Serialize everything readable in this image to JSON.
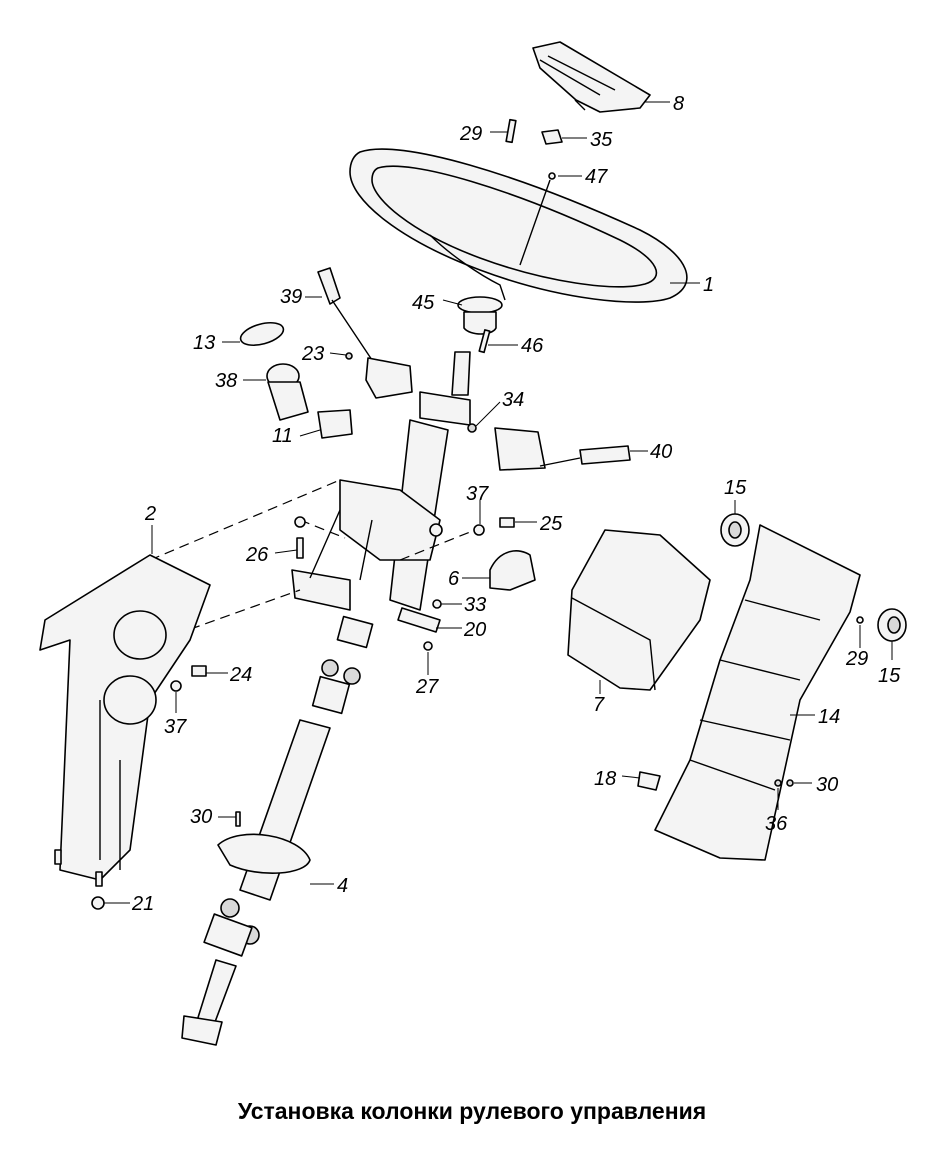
{
  "caption": "Установка колонки рулевого управления",
  "callouts": {
    "p1": "1",
    "p2": "2",
    "p4": "4",
    "p6": "6",
    "p7": "7",
    "p8": "8",
    "p11": "11",
    "p13": "13",
    "p14": "14",
    "p15a": "15",
    "p15b": "15",
    "p18": "18",
    "p20": "20",
    "p21": "21",
    "p23": "23",
    "p24": "24",
    "p25": "25",
    "p26": "26",
    "p27": "27",
    "p29a": "29",
    "p29b": "29",
    "p30a": "30",
    "p30b": "30",
    "p33": "33",
    "p34": "34",
    "p35": "35",
    "p36": "36",
    "p37a": "37",
    "p37b": "37",
    "p38": "38",
    "p39": "39",
    "p40": "40",
    "p45": "45",
    "p46": "46",
    "p47": "47"
  }
}
